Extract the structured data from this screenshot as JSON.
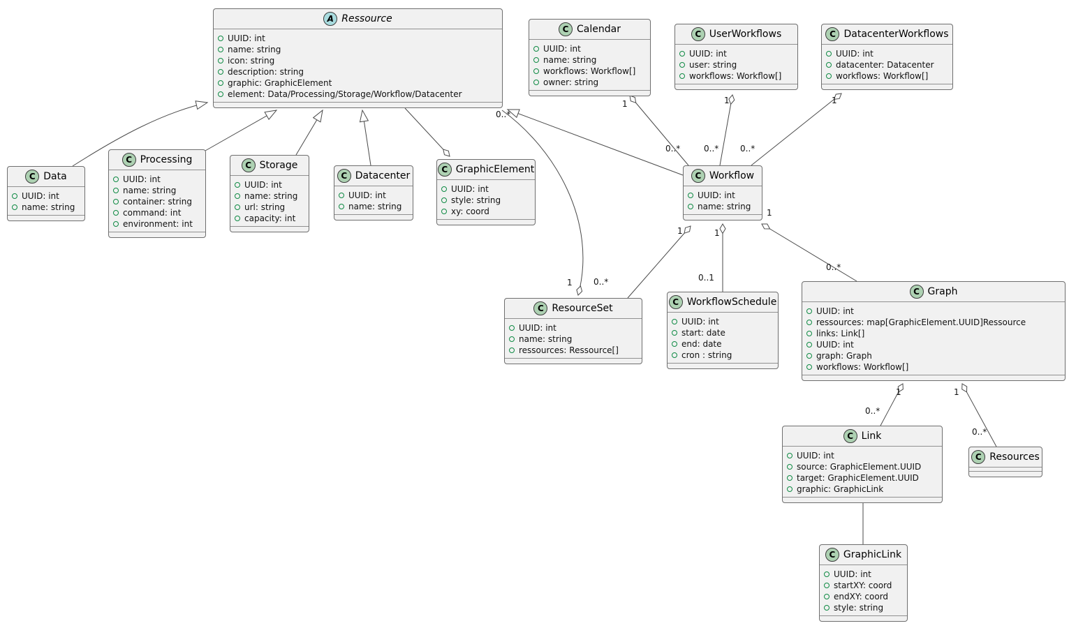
{
  "diagram_type": "uml-class-diagram",
  "colors": {
    "box_fill": "#f1f1f1",
    "box_border": "#6e6e6e",
    "class_icon_fill": "#ADD1B2",
    "abstract_icon_fill": "#A9DCDF",
    "attr_circle": "#0e8a43",
    "line": "#4a4a4a"
  },
  "classes": {
    "ressource": {
      "icon": "A",
      "stereotype": "abstract class",
      "name": "Ressource",
      "attributes": [
        "UUID: int",
        "name: string",
        "icon: string",
        "description: string",
        "graphic: GraphicElement",
        "element: Data/Processing/Storage/Workflow/Datacenter"
      ]
    },
    "calendar": {
      "icon": "C",
      "stereotype": "class",
      "name": "Calendar",
      "attributes": [
        "UUID: int",
        "name: string",
        "workflows: Workflow[]",
        "owner: string"
      ]
    },
    "user_workflows": {
      "icon": "C",
      "stereotype": "class",
      "name": "UserWorkflows",
      "attributes": [
        "UUID: int",
        "user: string",
        "workflows: Workflow[]"
      ]
    },
    "datacenter_workflows": {
      "icon": "C",
      "stereotype": "class",
      "name": "DatacenterWorkflows",
      "attributes": [
        "UUID: int",
        "datacenter: Datacenter",
        "workflows: Workflow[]"
      ]
    },
    "data": {
      "icon": "C",
      "stereotype": "class",
      "name": "Data",
      "attributes": [
        "UUID: int",
        "name: string"
      ]
    },
    "processing": {
      "icon": "C",
      "stereotype": "class",
      "name": "Processing",
      "attributes": [
        "UUID: int",
        "name: string",
        "container: string",
        "command: int",
        "environment: int"
      ]
    },
    "storage": {
      "icon": "C",
      "stereotype": "class",
      "name": "Storage",
      "attributes": [
        "UUID: int",
        "name: string",
        "url: string",
        "capacity: int"
      ]
    },
    "datacenter": {
      "icon": "C",
      "stereotype": "class",
      "name": "Datacenter",
      "attributes": [
        "UUID: int",
        "name: string"
      ]
    },
    "graphic_element": {
      "icon": "C",
      "stereotype": "class",
      "name": "GraphicElement",
      "attributes": [
        "UUID: int",
        "style: string",
        "xy: coord"
      ]
    },
    "workflow": {
      "icon": "C",
      "stereotype": "class",
      "name": "Workflow",
      "attributes": [
        "UUID: int",
        "name: string"
      ]
    },
    "resource_set": {
      "icon": "C",
      "stereotype": "class",
      "name": "ResourceSet",
      "attributes": [
        "UUID: int",
        "name: string",
        "ressources: Ressource[]"
      ]
    },
    "workflow_schedule": {
      "icon": "C",
      "stereotype": "class",
      "name": "WorkflowSchedule",
      "attributes": [
        "UUID: int",
        "start: date",
        "end: date",
        "cron : string"
      ]
    },
    "graph": {
      "icon": "C",
      "stereotype": "class",
      "name": "Graph",
      "attributes": [
        "UUID: int",
        "ressources: map[GraphicElement.UUID]Ressource",
        "links: Link[]",
        "UUID: int",
        "graph: Graph",
        "workflows: Workflow[]"
      ]
    },
    "link": {
      "icon": "C",
      "stereotype": "class",
      "name": "Link",
      "attributes": [
        "UUID: int",
        "source: GraphicElement.UUID",
        "target: GraphicElement.UUID",
        "graphic: GraphicLink"
      ]
    },
    "resources": {
      "icon": "C",
      "stereotype": "class",
      "name": "Resources",
      "attributes": []
    },
    "graphic_link": {
      "icon": "C",
      "stereotype": "class",
      "name": "GraphicLink",
      "attributes": [
        "UUID: int",
        "startXY: coord",
        "endXY: coord",
        "style: string"
      ]
    }
  },
  "edges": {
    "data_extends_ressource": {
      "type": "generalization"
    },
    "processing_extends_ressource": {
      "type": "generalization"
    },
    "storage_extends_ressource": {
      "type": "generalization"
    },
    "datacenter_extends_ressource": {
      "type": "generalization"
    },
    "workflow_extends_ressource": {
      "type": "generalization"
    },
    "graphicelement_aggregates_ressource": {
      "type": "aggregation"
    },
    "resourceset_aggregates_ressource": {
      "type": "aggregation",
      "owner_mult": "1",
      "member_mult": "0..*"
    },
    "calendar_aggregates_workflow": {
      "type": "aggregation",
      "owner_mult": "1",
      "member_mult": "0..*"
    },
    "userworkflows_aggregates_workflow": {
      "type": "aggregation",
      "owner_mult": "1",
      "member_mult": "0..*"
    },
    "datacenterworkflows_aggregates_workflow": {
      "type": "aggregation",
      "owner_mult": "1",
      "member_mult": "0..*"
    },
    "workflow_aggregates_resourceset": {
      "type": "aggregation",
      "owner_mult": "1",
      "member_mult": "0..*"
    },
    "workflow_aggregates_workflowschedule": {
      "type": "aggregation",
      "owner_mult": "1",
      "member_mult": "0..1"
    },
    "workflow_aggregates_graph": {
      "type": "aggregation",
      "owner_mult": "1",
      "member_mult": "0..*"
    },
    "graph_aggregates_link": {
      "type": "aggregation",
      "owner_mult": "1",
      "member_mult": "0..*"
    },
    "graph_aggregates_resources": {
      "type": "aggregation",
      "owner_mult": "1",
      "member_mult": "0..*"
    },
    "link_to_graphiclink": {
      "type": "association"
    }
  }
}
